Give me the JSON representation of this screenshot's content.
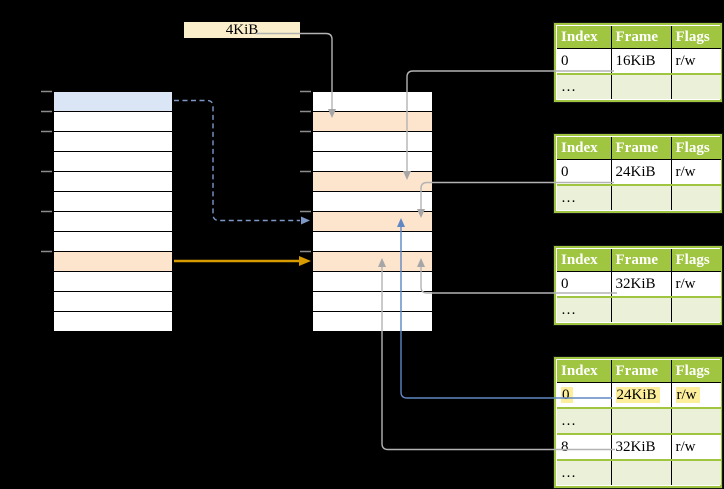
{
  "size_label": {
    "text": "4KiB"
  },
  "colors": {
    "background": "#000000",
    "row_blue": "#dae6f6",
    "row_orange": "#fce4cd",
    "label_cream": "#fbeeca",
    "table_header_green": "#a0c641",
    "table_alt_row_green": "#ebf0d8",
    "highlight_yellow": "#fdee9c",
    "arrow_gray": "#a6a6a6",
    "arrow_blue": "#5f87c2",
    "arrow_dashed_blue": "#7d97c7",
    "arrow_orange": "#d79b00"
  },
  "columns": {
    "left": {
      "rows": [
        {
          "fill": "blue"
        },
        {},
        {},
        {},
        {},
        {},
        {},
        {},
        {
          "fill": "orange"
        },
        {},
        {},
        {}
      ]
    },
    "middle": {
      "rows": [
        {},
        {
          "fill": "orange"
        },
        {},
        {},
        {
          "fill": "orange"
        },
        {},
        {
          "fill": "orange"
        },
        {},
        {
          "fill": "orange"
        },
        {},
        {},
        {}
      ]
    }
  },
  "tables": [
    {
      "headers": [
        "Index",
        "Frame",
        "Flags"
      ],
      "rows": [
        {
          "cells": [
            "0",
            "16KiB",
            "r/w"
          ]
        },
        {
          "cells": [
            "…",
            "",
            ""
          ]
        }
      ]
    },
    {
      "headers": [
        "Index",
        "Frame",
        "Flags"
      ],
      "rows": [
        {
          "cells": [
            "0",
            "24KiB",
            "r/w"
          ]
        },
        {
          "cells": [
            "…",
            "",
            ""
          ]
        }
      ]
    },
    {
      "headers": [
        "Index",
        "Frame",
        "Flags"
      ],
      "rows": [
        {
          "cells": [
            "0",
            "32KiB",
            "r/w"
          ]
        },
        {
          "cells": [
            "…",
            "",
            ""
          ]
        }
      ]
    },
    {
      "headers": [
        "Index",
        "Frame",
        "Flags"
      ],
      "rows": [
        {
          "cells": [
            "0",
            "24KiB",
            "r/w"
          ],
          "highlight": true
        },
        {
          "cells": [
            "…",
            "",
            ""
          ]
        },
        {
          "cells": [
            "8",
            "32KiB",
            "r/w"
          ]
        },
        {
          "cells": [
            "…",
            "",
            ""
          ]
        }
      ]
    }
  ],
  "connectors": [
    {
      "from": "4KiB label",
      "to": "middle column frame 2",
      "style": "gray-down-arrow"
    },
    {
      "from": "table 1 row 16KiB",
      "to": "middle column frame 5",
      "style": "gray-down-arrow"
    },
    {
      "from": "table 2 row 24KiB",
      "to": "middle column frame 7",
      "style": "gray-down-arrow"
    },
    {
      "from": "table 3 row 32KiB",
      "to": "middle column frame 9",
      "style": "gray-up-arrow"
    },
    {
      "from": "table 4 row 0/24KiB",
      "to": "middle column frame 7",
      "style": "blue-up-arrow"
    },
    {
      "from": "table 4 row 8/32KiB",
      "to": "middle column frame 9",
      "style": "gray-up-arrow"
    },
    {
      "from": "left column row 1",
      "to": "middle column frame 7",
      "style": "blue-dashed-arrow"
    },
    {
      "from": "left column row 9",
      "to": "middle column frame 9",
      "style": "orange-arrow"
    }
  ]
}
